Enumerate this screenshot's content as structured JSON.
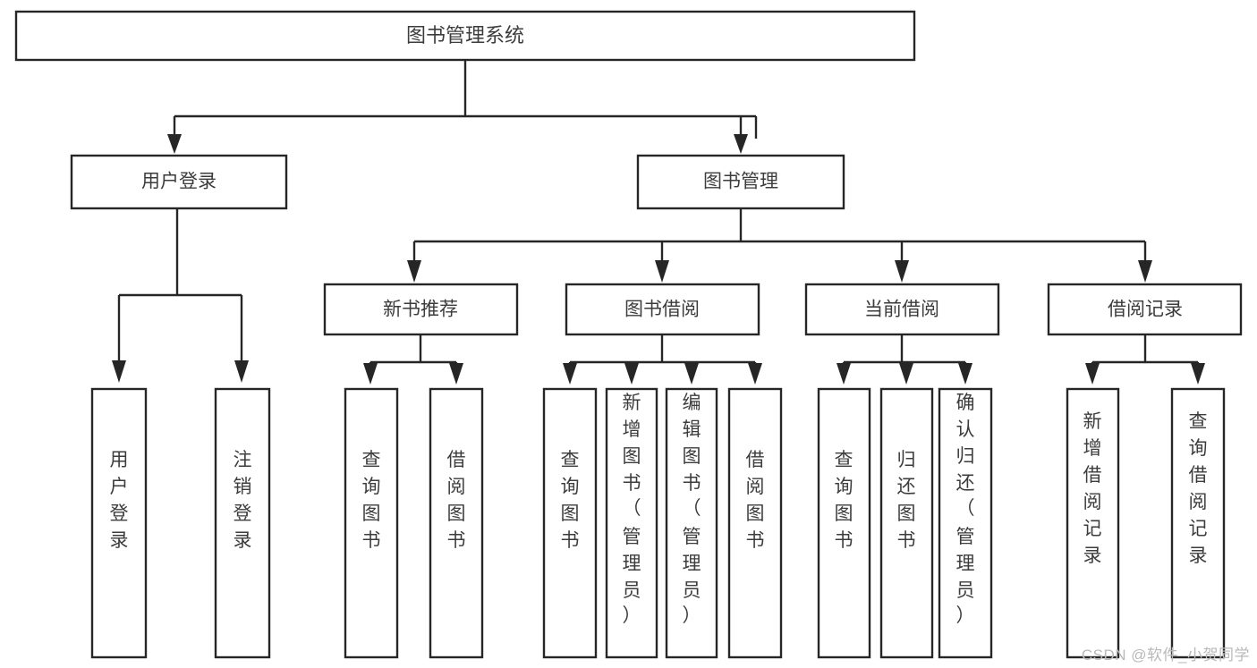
{
  "diagram": {
    "type": "tree",
    "title_node": {
      "id": "root",
      "label": "图书管理系统"
    },
    "level2": [
      {
        "id": "user-login",
        "label": "用户登录"
      },
      {
        "id": "book-management",
        "label": "图书管理"
      }
    ],
    "level3": [
      {
        "id": "new-book-recommend",
        "label": "新书推荐",
        "parent": "book-management"
      },
      {
        "id": "book-borrow",
        "label": "图书借阅",
        "parent": "book-management"
      },
      {
        "id": "current-borrow",
        "label": "当前借阅",
        "parent": "book-management"
      },
      {
        "id": "borrow-record",
        "label": "借阅记录",
        "parent": "book-management"
      }
    ],
    "leaves": [
      {
        "id": "leaf-user-login",
        "label": "用户登录",
        "parent": "user-login"
      },
      {
        "id": "leaf-logout-login",
        "label": "注销登录",
        "parent": "user-login"
      },
      {
        "id": "leaf-query-book-1",
        "label": "查询图书",
        "parent": "new-book-recommend"
      },
      {
        "id": "leaf-borrow-book-1",
        "label": "借阅图书",
        "parent": "new-book-recommend"
      },
      {
        "id": "leaf-query-book-2",
        "label": "查询图书",
        "parent": "book-borrow"
      },
      {
        "id": "leaf-add-book",
        "label": "新增图书（管理员）",
        "parent": "book-borrow"
      },
      {
        "id": "leaf-edit-book",
        "label": "编辑图书（管理员）",
        "parent": "book-borrow"
      },
      {
        "id": "leaf-borrow-book-2",
        "label": "借阅图书",
        "parent": "book-borrow"
      },
      {
        "id": "leaf-query-book-3",
        "label": "查询图书",
        "parent": "current-borrow"
      },
      {
        "id": "leaf-return-book",
        "label": "归还图书",
        "parent": "current-borrow"
      },
      {
        "id": "leaf-confirm-return",
        "label": "确认归还（管理员）",
        "parent": "current-borrow"
      },
      {
        "id": "leaf-add-record",
        "label": "新增借阅记录",
        "parent": "borrow-record"
      },
      {
        "id": "leaf-query-record",
        "label": "查询借阅记录",
        "parent": "borrow-record"
      }
    ],
    "colors": {
      "stroke": "#262626",
      "text": "#3c3c3c",
      "background": "#ffffff",
      "watermark": "#b9b9b9"
    }
  },
  "watermark": {
    "text": "CSDN @软件_小贺同学"
  }
}
